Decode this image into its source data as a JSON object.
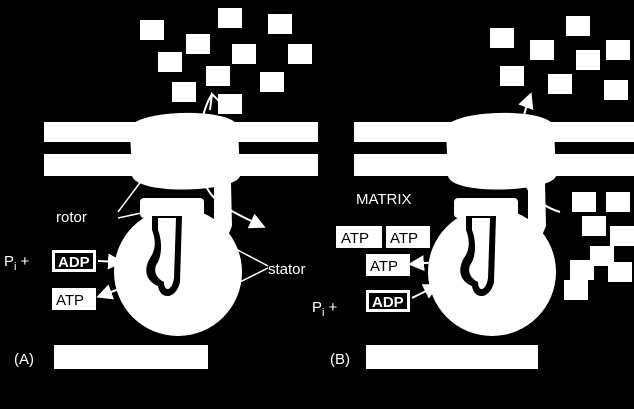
{
  "panel_a": {
    "tag": "(A)",
    "rotor": "rotor",
    "stator": "stator",
    "pi_prefix": "P",
    "pi_sub": "i",
    "pi_plus": "+",
    "adp": "ADP",
    "atp": "ATP"
  },
  "panel_b": {
    "tag": "(B)",
    "matrix": "MATRIX",
    "atp_1": "ATP",
    "atp_2": "ATP",
    "atp_3": "ATP",
    "pi_prefix": "P",
    "pi_sub": "i",
    "pi_plus": "+",
    "adp": "ADP"
  },
  "colors": {
    "background": "#000000",
    "foreground": "#ffffff"
  }
}
